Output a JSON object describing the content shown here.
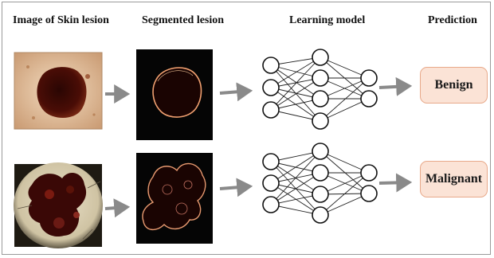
{
  "headers": {
    "image": "Image of Skin lesion",
    "segmented": "Segmented lesion",
    "model": "Learning model",
    "prediction": "Prediction"
  },
  "predictions": {
    "benign": "Benign",
    "malignant": "Malignant"
  },
  "colors": {
    "arrow": "#8a8a8a",
    "prediction_fill": "#fbe3d6",
    "prediction_border": "#e8a98a",
    "lesion_dark": "#3a0a06",
    "segment_edge": "#f0a070"
  }
}
